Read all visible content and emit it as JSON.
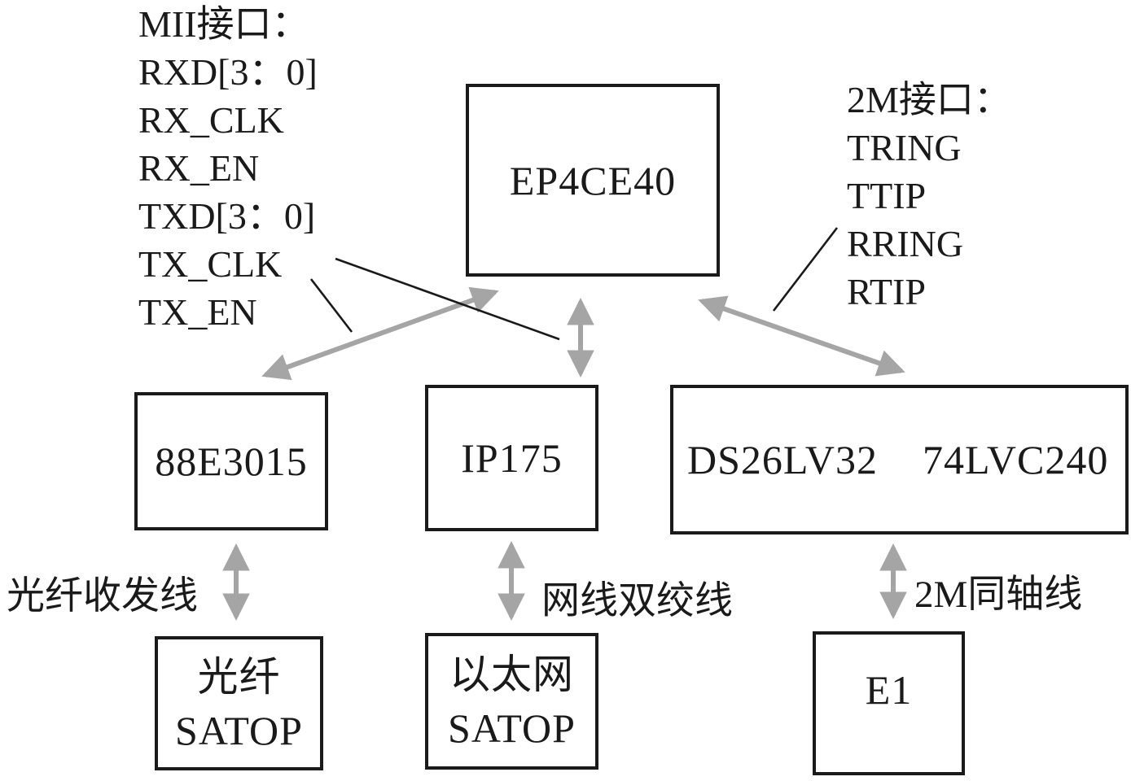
{
  "figure": {
    "boxes": {
      "fpga": {
        "label": "EP4CE40"
      },
      "phy": {
        "label": "88E3015"
      },
      "switch": {
        "label": "IP175"
      },
      "chips": {
        "label_left": "DS26LV32",
        "label_right": "74LVC240"
      },
      "fiber_satop": {
        "line1": "光纤",
        "line2": "SATOP"
      },
      "eth_satop": {
        "line1": "以太网",
        "line2": "SATOP"
      },
      "e1": {
        "label": "E1"
      }
    },
    "notes": {
      "mii": {
        "lines": [
          "MII接口：",
          "RXD[3：0]",
          "RX_CLK",
          "RX_EN",
          "TXD[3：0]",
          "TX_CLK",
          "TX_EN"
        ]
      },
      "two_m": {
        "lines": [
          "2M接口：",
          "TRING",
          "TTIP",
          "RRING",
          "RTIP"
        ]
      }
    },
    "link_labels": {
      "fiber": "光纤收发线",
      "ethernet": "网线双绞线",
      "coax": "2M同轴线"
    },
    "colors": {
      "arrow": "#a5a5a5",
      "ink": "#1a1a1a",
      "background": "#ffffff"
    }
  }
}
